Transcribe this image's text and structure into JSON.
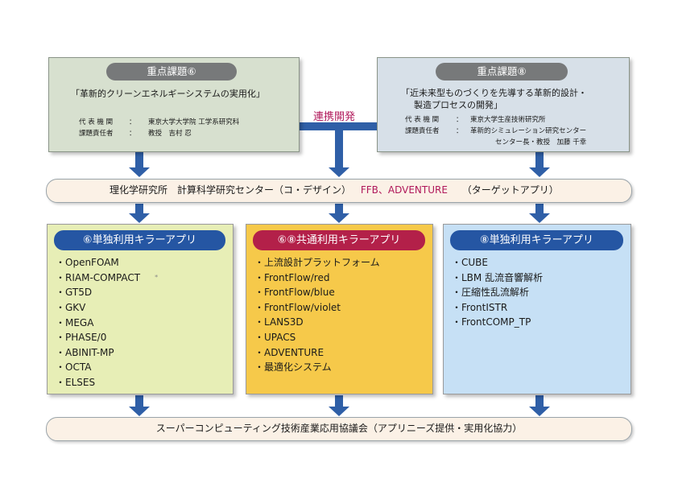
{
  "colors": {
    "arrow": "#2f5fa7",
    "pill_gray": "#77797a",
    "pill_blue": "#2556a3",
    "pill_red": "#b32049",
    "link_red": "#b0185a",
    "left_top_bg": "#d7e0cf",
    "right_top_bg": "#d7e0e8",
    "col_left_bg": "#e7eeb6",
    "col_mid_bg": "#f6c94a",
    "col_right_bg": "#c6e0f5"
  },
  "top_left": {
    "pill": "重点課題⑥",
    "quote": "「革新的クリーンエネルギーシステムの実用化」",
    "org_label": "代 表 機 関",
    "org_sep": "：",
    "org": "東京大学大学院 工学系研究科",
    "lead_label": "課題責任者",
    "lead_sep": "：",
    "lead": "教授　吉村 忍"
  },
  "top_right": {
    "pill": "重点課題⑧",
    "quote_line1": "「近未来型ものづくりを先導する革新的設計・",
    "quote_line2": "製造プロセスの開発」",
    "org_label": "代 表 機 関",
    "org_sep": "：",
    "org": "東京大学生産技術研究所",
    "lead_label": "課題責任者",
    "lead_sep": "：",
    "lead_line1": "革新的シミュレーション研究センター",
    "lead_line2": "センター長・教授　加藤 千幸"
  },
  "link_label": "連携開発",
  "riken_banner": {
    "main": "理化学研究所　計算科学研究センター（コ・デザイン）",
    "highlight": "FFB、ADVENTURE",
    "tail": "（ターゲットアプリ）"
  },
  "columns": {
    "left": {
      "title": "⑥単独利用キラーアプリ",
      "items": [
        "・OpenFOAM",
        "・RIAM-COMPACT",
        "・GT5D",
        "・GKV",
        "・MEGA",
        "・PHASE/0",
        "・ABINIT-MP",
        "・OCTA",
        "・ELSES"
      ],
      "mark": "*"
    },
    "middle": {
      "title": "⑥⑧共通利用キラーアプリ",
      "items": [
        "・上流設計プラットフォーム",
        "・FrontFlow/red",
        "・FrontFlow/blue",
        "・FrontFlow/violet",
        "・LANS3D",
        "・UPACS",
        "・ADVENTURE",
        "・最適化システム"
      ]
    },
    "right": {
      "title": "⑧単独利用キラーアプリ",
      "items": [
        "・CUBE",
        "・LBM 乱流音響解析",
        "・圧縮性乱流解析",
        "・FrontISTR",
        "・FrontCOMP_TP"
      ]
    }
  },
  "bottom_banner": "スーパーコンピューティング技術産業応用協議会（アプリニーズ提供・実用化協力）"
}
